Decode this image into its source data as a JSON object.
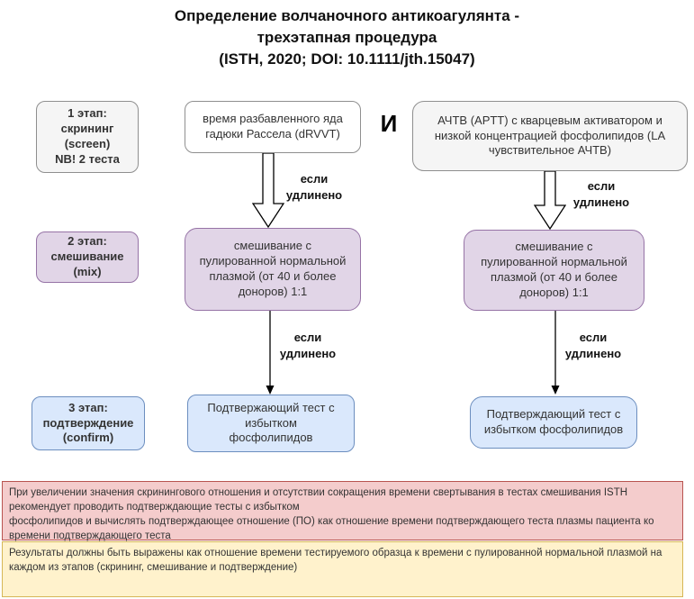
{
  "header": {
    "title": "Определение волчаночного антикоагулянта -\nтрехэтапная процедура\n(ISTH, 2020; DOI: 10.1111/jth.15047)"
  },
  "stages": {
    "stage1": "1 этап:\nскрининг\n(screen)\nNB! 2 теста",
    "stage2": "2 этап:\nсмешивание\n(mix)",
    "stage3": "3 этап:\nподтверждение\n(confirm)"
  },
  "flow": {
    "drvvt": "время разбавленного яда гадюки Рассела (dRVVT)",
    "and_connector": "И",
    "aptt": "АЧТВ (APTT) с кварцевым активатором и низкой концентрацией фосфолипидов (LA чувствительное АЧТВ)",
    "mix": "смешивание с\nпулированной нормальной\nплазмой (от 40 и более\nдоноров) 1:1",
    "confirm_middle": "Подтвержающий тест с\nизбытком\nфосфолипидов",
    "confirm_right": "Подтверждающий тест с избытком фосфолипидов",
    "if_prolonged": "если\nудлинено"
  },
  "notes": {
    "isth_recommendation": "При увеличении значения скринингового отношения и отсутствии сокращения времени свертывания в тестах смешивания ISTH рекомендует проводить подтверждающие тесты с избытком\nфосфолипидов и вычислять подтверждающее отношение (ПО) как отношение времени подтверждающего теста плазмы пациента ко времени подтверждающего теста",
    "results_expression": "Результаты должны быть выражены как отношение времени тестируемого образца к времени с пулированной нормальной плазмой на каждом из этапов (скрининг, смешивание и подтверждение)"
  },
  "colors": {
    "screen_bg": "#f5f5f5",
    "screen_border": "#8f8f8f",
    "mix_bg": "#e1d5e7",
    "mix_border": "#9673a6",
    "confirm_bg": "#dae8fc",
    "confirm_border": "#6c8ebf",
    "note_pink_bg": "#f4cccc",
    "note_pink_border": "#b85450",
    "note_yellow_bg": "#fff2cc",
    "note_yellow_border": "#d6b656"
  }
}
